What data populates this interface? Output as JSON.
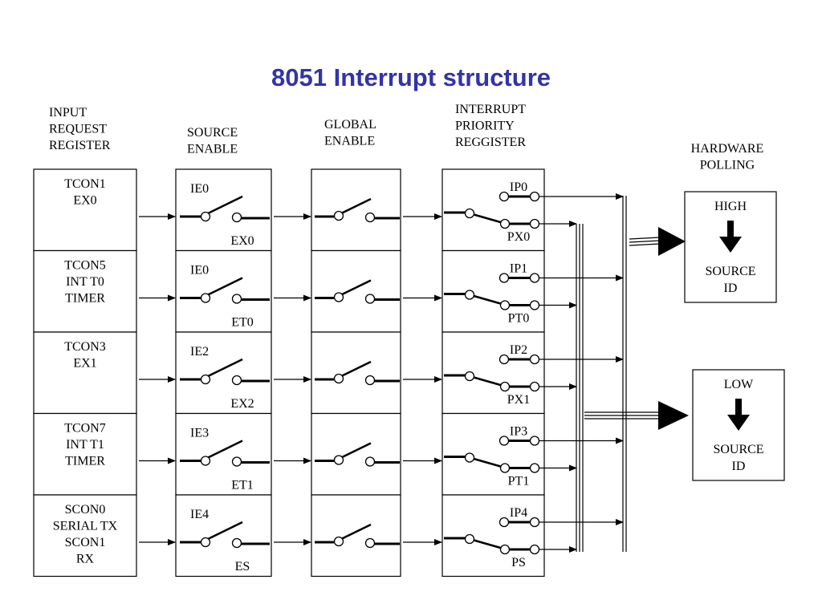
{
  "title": "8051 Interrupt structure",
  "headers": {
    "input_request": [
      "INPUT",
      "REQUEST",
      "REGISTER"
    ],
    "source_enable": [
      "SOURCE",
      "ENABLE"
    ],
    "global_enable": [
      "GLOBAL",
      "ENABLE"
    ],
    "priority": [
      "INTERRUPT",
      "PRIORITY",
      "REGGISTER"
    ],
    "polling": [
      "HARDWARE",
      "POLLING"
    ]
  },
  "rows": [
    {
      "input": [
        "TCON1",
        "EX0"
      ],
      "ie_top": "IE0",
      "ie_bottom": "EX0",
      "ip_top": "IP0",
      "ip_bottom": "PX0"
    },
    {
      "input": [
        "TCON5",
        "INT T0",
        "TIMER"
      ],
      "ie_top": "IE0",
      "ie_bottom": "ET0",
      "ip_top": "IP1",
      "ip_bottom": "PT0"
    },
    {
      "input": [
        "TCON3",
        "EX1"
      ],
      "ie_top": "IE2",
      "ie_bottom": "EX2",
      "ip_top": "IP2",
      "ip_bottom": "PX1"
    },
    {
      "input": [
        "TCON7",
        "INT T1",
        "TIMER"
      ],
      "ie_top": "IE3",
      "ie_bottom": "ET1",
      "ip_top": "IP3",
      "ip_bottom": "PT1"
    },
    {
      "input": [
        "SCON0",
        "SERIAL TX",
        "SCON1",
        "RX"
      ],
      "ie_top": "IE4",
      "ie_bottom": "ES",
      "ip_top": "IP4",
      "ip_bottom": "PS"
    }
  ],
  "high_box": {
    "label": "HIGH",
    "source": [
      "SOURCE",
      "ID"
    ]
  },
  "low_box": {
    "label": "LOW",
    "source": [
      "SOURCE",
      "ID"
    ]
  }
}
